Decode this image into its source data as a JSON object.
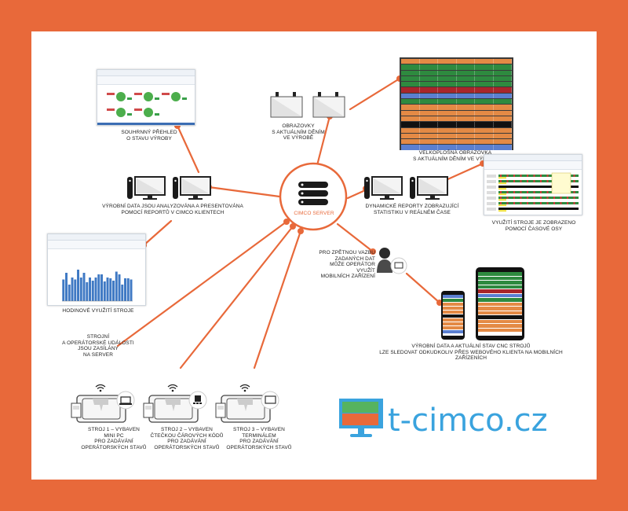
{
  "colors": {
    "frame": "#e8693a",
    "line": "#e8693a",
    "text": "#222222",
    "server_label": "#e8693a",
    "logo_blue": "#3aa3de",
    "logo_green": "#56b35f",
    "logo_orange": "#e8693a",
    "row_orange": "#e48a45",
    "row_green": "#2e8a3f",
    "row_blue": "#5b7fd0",
    "row_red": "#a8262a",
    "row_black": "#111111",
    "bar_blue": "#3f79c4"
  },
  "server": {
    "label": "CIMCO SERVER",
    "icon": "server-stack-icon"
  },
  "labels": {
    "summary": "SOUHRNNÝ PŘEHLED\nO STAVU VÝROBY",
    "screens": "OBRAZOVKY\nS AKTUÁLNÍM DĚNÍM\nVE VÝROBĚ",
    "bigscreen": "VELKOPLOŠNÁ OBRAZOVKA\nS AKTUÁLNÍM DĚNÍM VE VÝROBĚ",
    "clients": "VÝROBNÍ DATA JSOU ANALYZOVÁNA A PRESENTOVÁNA\nPOMOCÍ REPORTŮ V CIMCO KLIENTECH",
    "dynamic": "DYNAMICKÉ REPORTY ZOBRAZUJÍCÍ\nSTATISTIKU V REÁLNÉM ČASE",
    "timeline": "VYUŽITÍ STROJE JE ZOBRAZENO\nPOMOCÍ ČASOVÉ OSY",
    "hourly": "HODINOVÉ VYUŽITÍ STROJE",
    "operator": "PRO ZPĚTNOU VAZBU\nZADANÝCH DAT\nMŮŽE OPERÁTOR VYUŽÍT\nMOBILNÍCH ZAŘÍZENÍ",
    "mobile": "VÝROBNÍ DATA A AKTUÁLNÍ STAV CNC STROJŮ\nLZE SLEDOVAT ODKUDKOLIV PŘES WEBOVÉHO KLIENTA NA MOBILNÍCH ZAŘÍZENÍCH",
    "events": "STROJNÍ\nA OPERÁTORSKÉ UDÁLOSTI\nJSOU ZASÍLÁNY\nNA SERVER",
    "machine1": "STROJ 1 – VYBAVEN\nMINI PC\nPRO ZADÁVÁNÍ\nOPERÁTORSKÝCH STAVŮ",
    "machine2": "STROJ 2 – VYBAVEN\nČTEČKOU ČÁROVÝCH KÓDŮ\nPRO ZADÁVÁNÍ\nOPERÁTORSKÝCH STAVŮ",
    "machine3": "STROJ 3 – VYBAVEN\nTERMINÁLEM\nPRO ZADÁVÁNÍ\nOPERÁTORSKÝCH STAVŮ"
  },
  "machines": [
    {
      "name": "machine-1",
      "device_icon": "laptop-icon"
    },
    {
      "name": "machine-2",
      "device_icon": "barcode-reader-icon"
    },
    {
      "name": "machine-3",
      "device_icon": "terminal-icon"
    }
  ],
  "bigscreen_rows": [
    "orange",
    "green",
    "green",
    "green",
    "green",
    "red",
    "blue",
    "green",
    "orange",
    "orange",
    "orange",
    "black",
    "orange",
    "orange",
    "orange",
    "blue"
  ],
  "hourly_chart": {
    "type": "bar",
    "values": [
      55,
      72,
      42,
      60,
      55,
      80,
      60,
      72,
      48,
      60,
      52,
      60,
      68,
      68,
      50,
      60,
      58,
      52,
      75,
      68,
      42,
      58,
      58,
      55
    ]
  },
  "logo": {
    "text": "t-cimco.cz"
  }
}
